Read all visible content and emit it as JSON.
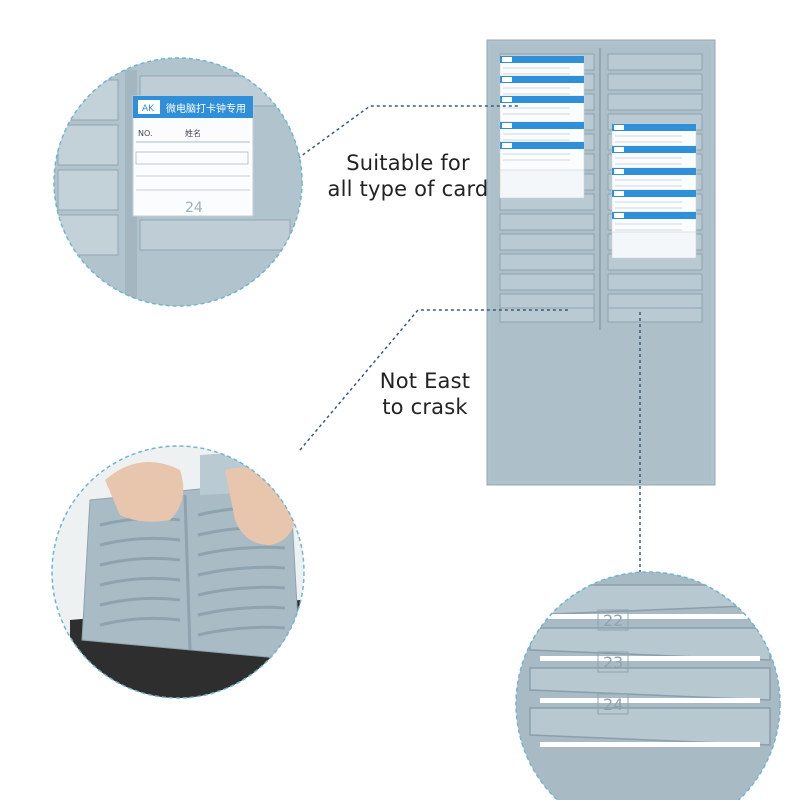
{
  "captions": {
    "suitable": {
      "line1": "Suitable for",
      "line2": "all type of card"
    },
    "not_east": {
      "line1": "Not East",
      "line2": "to crask"
    }
  },
  "slot_numbers": {
    "zoom_bottom": [
      "22",
      "23",
      "24"
    ],
    "zoom_top": "24"
  },
  "card": {
    "header": "微电脑打卡钟专用",
    "logo": "AK",
    "no_label": "NO.",
    "name_label": "姓名"
  },
  "colors": {
    "rack": "#a9bcc6",
    "rack_shadow": "#8ea3ae",
    "card_header": "#2f8fd8",
    "dotted_line": "#3b5a78",
    "circle_border": "#6fb6cf"
  }
}
